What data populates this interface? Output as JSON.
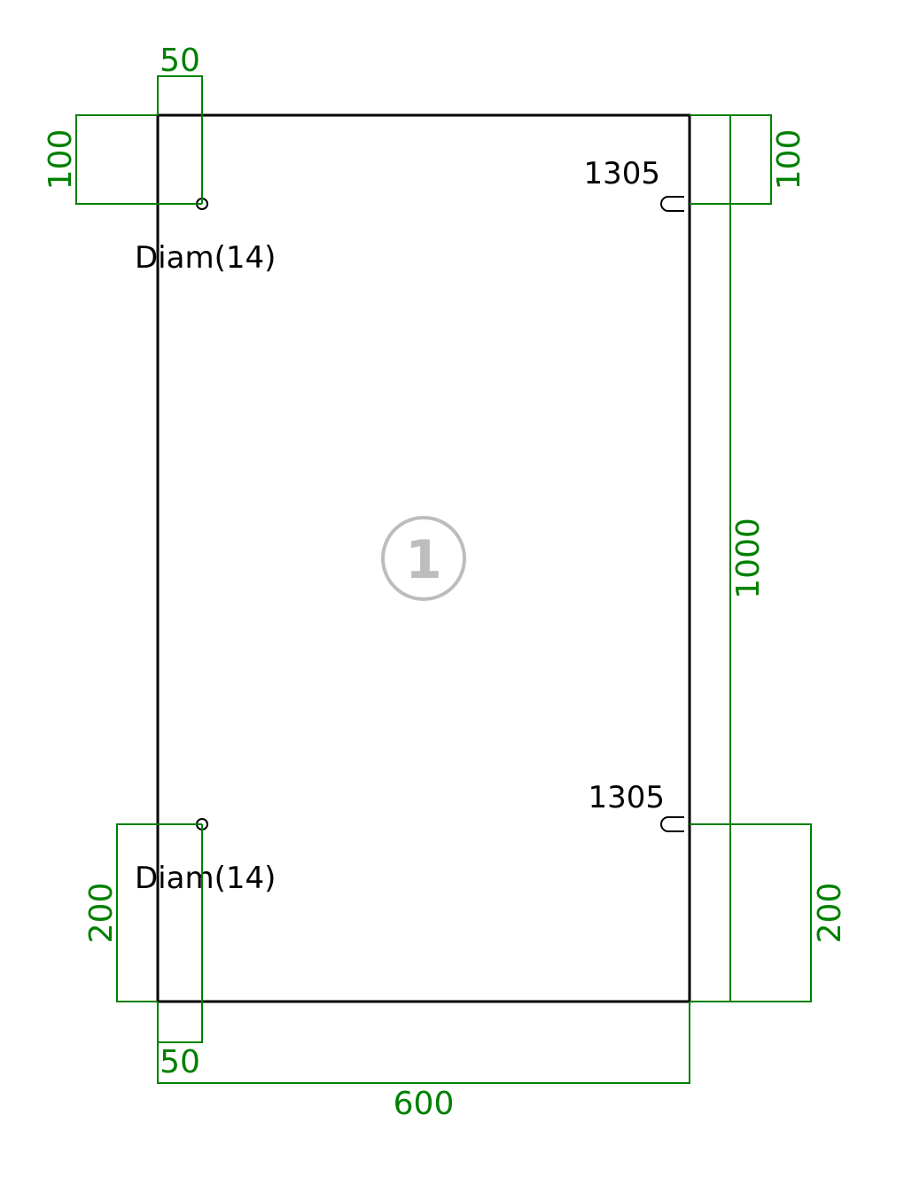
{
  "part": {
    "number": "1",
    "width": "600",
    "height": "1000"
  },
  "holes": [
    {
      "label": "Diam(14)"
    },
    {
      "label": "Diam(14)"
    }
  ],
  "notches": [
    {
      "label": "1305"
    },
    {
      "label": "1305"
    }
  ],
  "dimensions": {
    "top_left_x": "50",
    "top_left_y": "100",
    "top_right_y": "100",
    "overall_height": "1000",
    "bottom_left_y": "200",
    "bottom_right_y": "200",
    "bottom_left_x": "50",
    "overall_width": "600"
  },
  "colors": {
    "dimension": "#008000",
    "outline": "#000000",
    "part_marker": "#bdbdbd"
  }
}
